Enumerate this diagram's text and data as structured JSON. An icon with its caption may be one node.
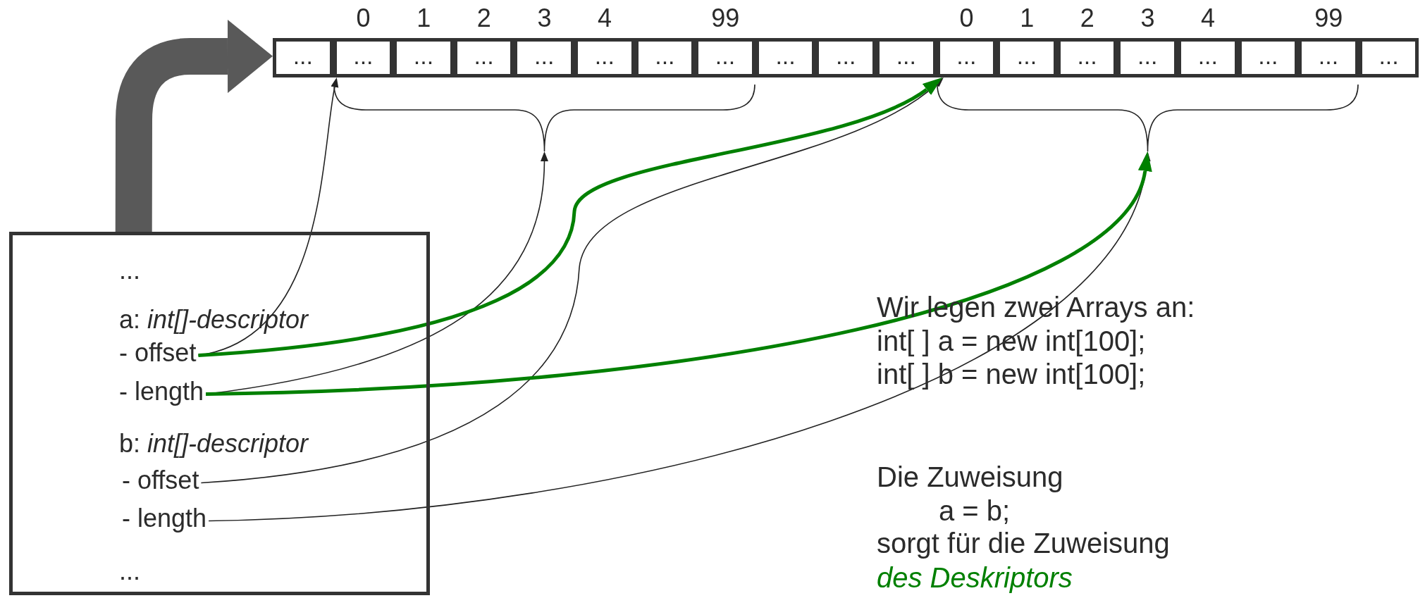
{
  "diagram": {
    "nodes": [
      {
        "text": [
          "..."
        ]
      },
      {
        "text": [
          "..."
        ],
        "beside": [
          "0"
        ]
      },
      {
        "text": [
          "..."
        ],
        "beside": [
          "1"
        ]
      },
      {
        "text": [
          "..."
        ],
        "beside": [
          "2"
        ]
      },
      {
        "text": [
          "..."
        ],
        "beside": [
          "3"
        ]
      },
      {
        "text": [
          "..."
        ],
        "beside": [
          "4"
        ]
      },
      {
        "text": [
          "..."
        ]
      },
      {
        "text": [
          "..."
        ],
        "beside": [
          "99"
        ]
      },
      {
        "text": [
          "..."
        ]
      },
      {
        "text": [
          "..."
        ]
      },
      {
        "text": [
          "..."
        ]
      },
      {
        "text": [
          "..."
        ],
        "beside": [
          "0"
        ]
      },
      {
        "text": [
          "..."
        ],
        "beside": [
          "1"
        ]
      },
      {
        "text": [
          "..."
        ],
        "beside": [
          "2"
        ]
      },
      {
        "text": [
          "..."
        ],
        "beside": [
          "3"
        ]
      },
      {
        "text": [
          "..."
        ],
        "beside": [
          "4"
        ]
      },
      {
        "text": [
          "..."
        ]
      },
      {
        "text": [
          "..."
        ],
        "beside": [
          "99"
        ]
      },
      {
        "text": [
          "..."
        ]
      },
      {
        "text": [],
        "shape": "brace"
      },
      {
        "text": [],
        "shape": "brace"
      },
      {
        "text": [
          "...",
          "..."
        ]
      },
      {
        "text": [
          "a: *int[]-descriptor*"
        ],
        "in": 21
      },
      {
        "text": [
          "- offset"
        ],
        "in": 21
      },
      {
        "text": [
          "- length"
        ],
        "in": 21
      },
      {
        "text": [
          "b: *int[]-descriptor*"
        ],
        "in": 21
      },
      {
        "text": [
          "- offset"
        ],
        "in": 21
      },
      {
        "text": [
          "- length"
        ],
        "in": 21
      }
    ],
    "edges": [
      {
        "from": 21,
        "to": 0,
        "arrow": "to",
        "style": "thick",
        "color": "#595959"
      },
      {
        "from": 23,
        "to": 1,
        "arrow": "to"
      },
      {
        "from": 24,
        "to": 19,
        "arrow": "to"
      },
      {
        "from": 26,
        "to": 11,
        "arrow": "to"
      },
      {
        "from": 27,
        "to": 20,
        "arrow": "to"
      },
      {
        "from": 23,
        "to": 11,
        "arrow": "to",
        "style": "thick",
        "color": "#008000"
      },
      {
        "from": 24,
        "to": 20,
        "arrow": "to",
        "style": "thick",
        "color": "#008000"
      }
    ],
    "labels": [
      "Wir legen zwei Arrays an:",
      "int[ ] a = new int[100];",
      "int[ ] b = new int[100];",
      "Die Zuweisung",
      "a = b;",
      "sorgt für die Zuweisung",
      "des Deskriptors"
    ]
  }
}
